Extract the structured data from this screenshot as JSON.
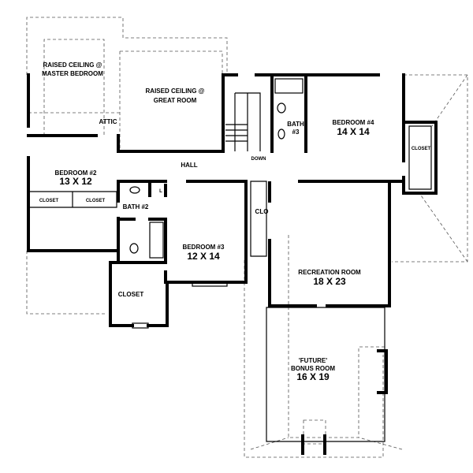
{
  "rooms": {
    "master_ceiling": {
      "line1": "RAISED CEILING @",
      "line2": "MASTER BEDROOM"
    },
    "great_ceiling": {
      "line1": "RAISED CEILING @",
      "line2": "GREAT ROOM"
    },
    "attic": "ATTIC",
    "hall": "HALL",
    "down": "DOWN",
    "bath3": {
      "line1": "BATH",
      "line2": "#3"
    },
    "bedroom4": {
      "name": "BEDROOM #4",
      "size": "14 X 14"
    },
    "closet_bed4": "CLOSET",
    "bedroom2": {
      "name": "BEDROOM #2",
      "size": "13 X 12"
    },
    "bath2": "BATH #2",
    "linen": "L",
    "closet_a": "CLOSET",
    "closet_b": "CLOSET",
    "clo": "CLO",
    "bedroom3": {
      "name": "BEDROOM #3",
      "size": "12 X 14"
    },
    "closet_lower": "CLOSET",
    "recreation": {
      "name": "RECREATION ROOM",
      "size": "18 X 23"
    },
    "bonus": {
      "line1": "'FUTURE'",
      "line2": "BONUS ROOM",
      "size": "16 X 19"
    }
  }
}
